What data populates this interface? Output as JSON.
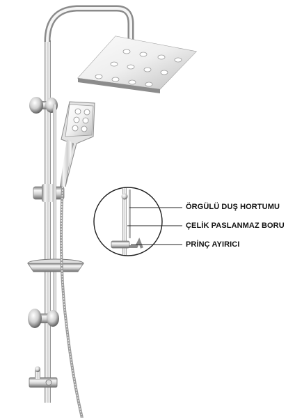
{
  "product": {
    "kind": "shower-column-set",
    "colors": {
      "chrome_light": "#f4f4f4",
      "chrome_mid": "#c9c9c9",
      "chrome_dark": "#6e6e6e",
      "nozzle_white": "#ffffff",
      "callout_line": "#222222"
    }
  },
  "callouts": [
    {
      "id": "hose",
      "text": "ÖRGÜLÜ DUŞ HORTUMU"
    },
    {
      "id": "pipe",
      "text": "ÇELİK PASLANMAZ BORU"
    },
    {
      "id": "diverter",
      "text": "PRİNÇ AYIRICI"
    }
  ]
}
